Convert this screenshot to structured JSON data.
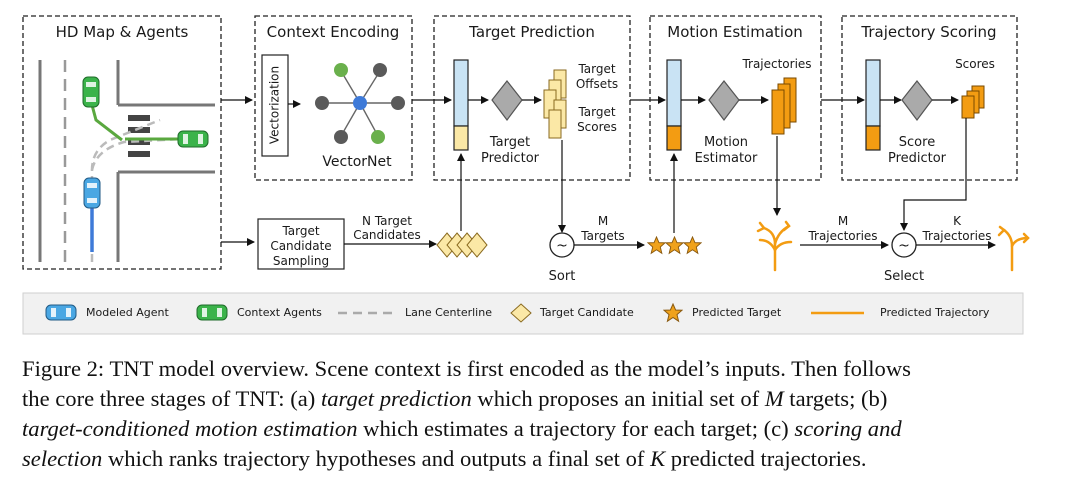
{
  "panels": {
    "hd_map": "HD Map & Agents",
    "context": "Context Encoding",
    "target_pred": "Target Prediction",
    "motion": "Motion Estimation",
    "scoring": "Trajectory Scoring"
  },
  "labels": {
    "vectorization": "Vectorization",
    "vectornet": "VectorNet",
    "target_predictor_1": "Target",
    "target_predictor_2": "Predictor",
    "target_offsets_1": "Target",
    "target_offsets_2": "Offsets",
    "target_scores_1": "Target",
    "target_scores_2": "Scores",
    "motion_estimator_1": "Motion",
    "motion_estimator_2": "Estimator",
    "trajectories": "Trajectories",
    "scores": "Scores",
    "score_predictor_1": "Score",
    "score_predictor_2": "Predictor",
    "tcs_1": "Target",
    "tcs_2": "Candidate",
    "tcs_3": "Sampling",
    "n_target_1": "N Target",
    "n_target_2": "Candidates",
    "m_targets_1": "M",
    "m_targets_2": "Targets",
    "sort": "Sort",
    "m_traj_1": "M",
    "m_traj_2": "Trajectories",
    "select": "Select",
    "k_traj_1": "K",
    "k_traj_2": "Trajectories",
    "tilde": "~"
  },
  "legend": {
    "modeled_agent": "Modeled Agent",
    "context_agents": "Context Agents",
    "lane_centerline": "Lane Centerline",
    "target_candidate": "Target Candidate",
    "predicted_target": "Predicted Target",
    "predicted_trajectory": "Predicted Trajectory"
  },
  "colors": {
    "orange": "#f39c12",
    "light_blue": "#c9e3f4",
    "yellow": "#fbe8a6",
    "green": "#5aa83f",
    "blue_node": "#3e7ad8",
    "gray_node": "#5a5a5a"
  },
  "caption": {
    "p1": "Figure 2: TNT model overview. Scene context is first encoded as the model’s inputs. Then follows",
    "p2a": "the core three stages of TNT: (a) ",
    "p2b": "target prediction",
    "p2c": " which proposes an initial set of ",
    "p2d": "M",
    "p2e": " targets; (b)",
    "p3a": "target-conditioned motion estimation",
    "p3b": " which estimates a trajectory for each target; (c) ",
    "p3c": "scoring and",
    "p4a": "selection",
    "p4b": " which ranks trajectory hypotheses and outputs a final set of ",
    "p4c": "K",
    "p4d": " predicted trajectories."
  }
}
